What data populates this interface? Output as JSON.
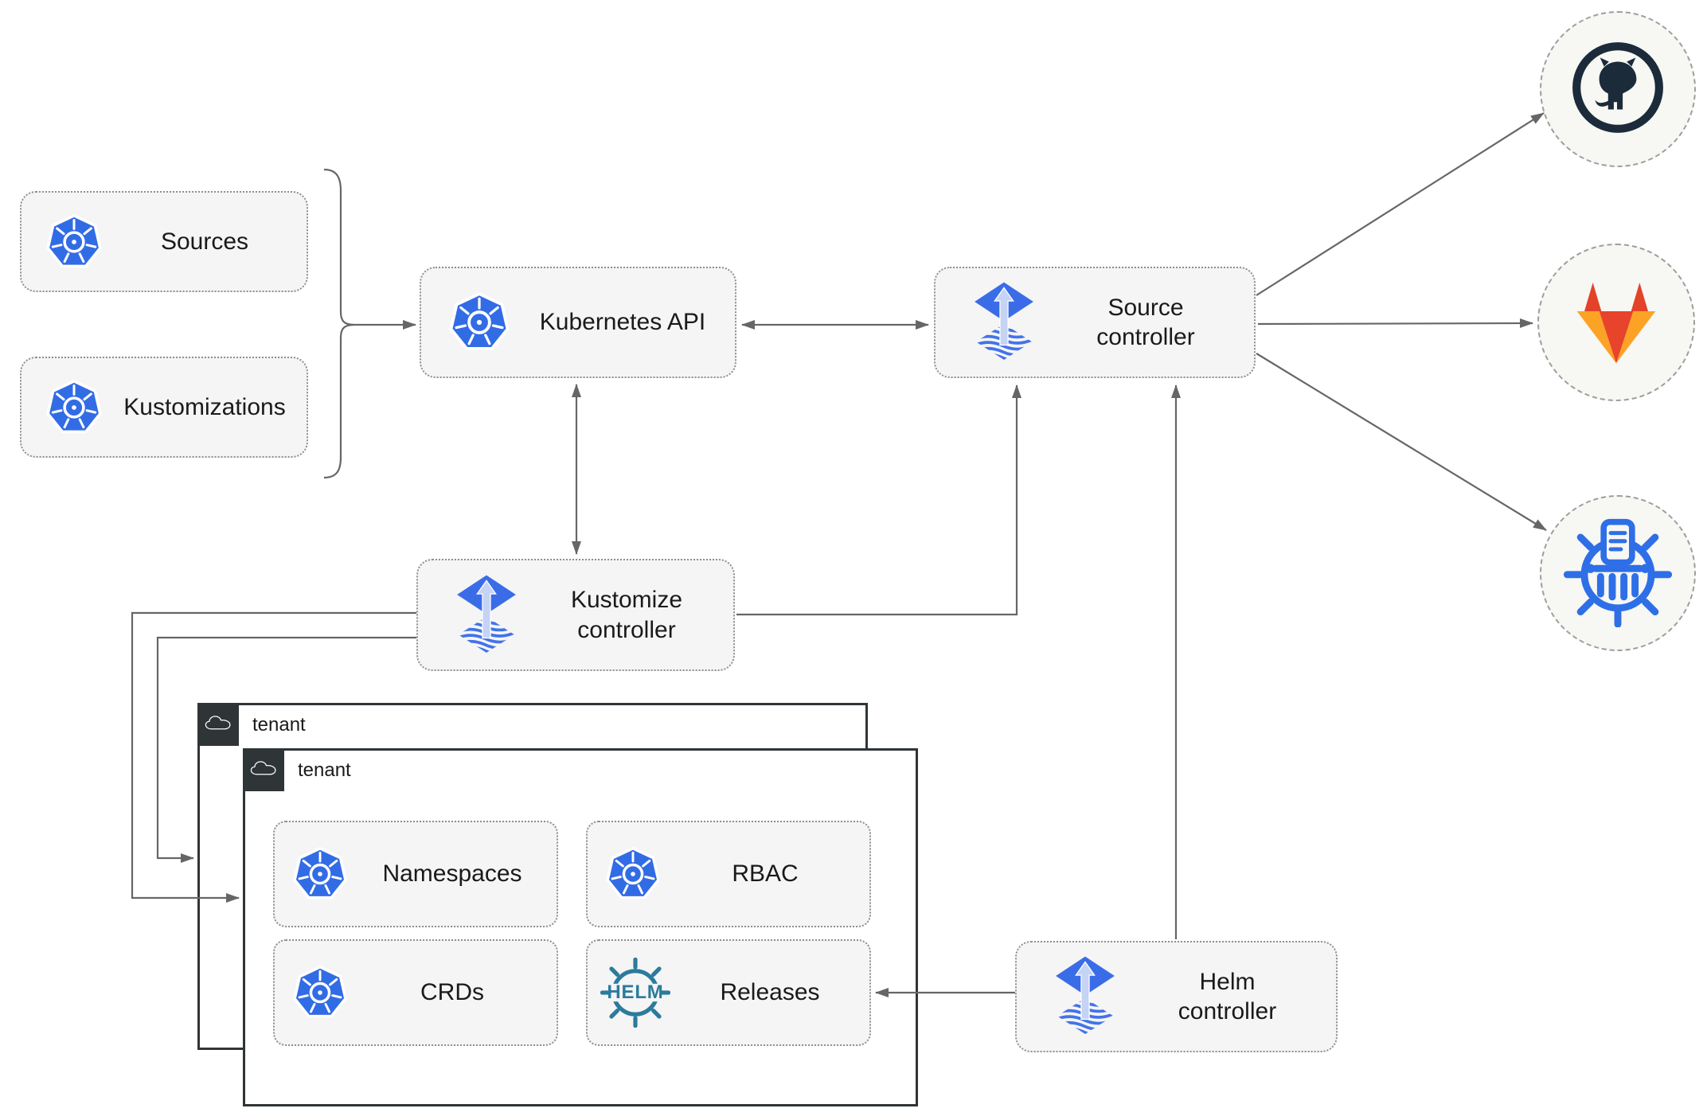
{
  "nodes": {
    "sources": {
      "label": "Sources",
      "icon": "kubernetes-icon"
    },
    "kustomizations": {
      "label": "Kustomizations",
      "icon": "kubernetes-icon"
    },
    "kubernetes_api": {
      "label": "Kubernetes API",
      "icon": "kubernetes-icon"
    },
    "source_controller": {
      "label": "Source controller",
      "icon": "flux-icon"
    },
    "kustomize_controller": {
      "label": "Kustomize controller",
      "icon": "flux-icon"
    },
    "helm_controller": {
      "label": "Helm controller",
      "icon": "flux-icon"
    },
    "tenant_outer": {
      "label": "tenant",
      "icon": "cloud-icon"
    },
    "tenant_inner": {
      "label": "tenant",
      "icon": "cloud-icon"
    },
    "namespaces": {
      "label": "Namespaces",
      "icon": "kubernetes-icon"
    },
    "rbac": {
      "label": "RBAC",
      "icon": "kubernetes-icon"
    },
    "crds": {
      "label": "CRDs",
      "icon": "kubernetes-icon"
    },
    "releases": {
      "label": "Releases",
      "icon": "helm-logo-icon",
      "logo_text": "HELM"
    },
    "github": {
      "icon": "github-icon"
    },
    "gitlab": {
      "icon": "gitlab-icon"
    },
    "chartmuseum": {
      "icon": "chartmuseum-icon"
    }
  },
  "edges": [
    {
      "from": "sources_and_kustomizations",
      "to": "kubernetes_api",
      "arrow": "end"
    },
    {
      "from": "kubernetes_api",
      "to": "source_controller",
      "arrow": "both"
    },
    {
      "from": "kubernetes_api",
      "to": "kustomize_controller",
      "arrow": "both"
    },
    {
      "from": "kustomize_controller",
      "to": "source_controller",
      "arrow": "end"
    },
    {
      "from": "helm_controller",
      "to": "source_controller",
      "arrow": "end"
    },
    {
      "from": "helm_controller",
      "to": "releases",
      "arrow": "end"
    },
    {
      "from": "kustomize_controller",
      "to": "tenant_outer",
      "arrow": "end"
    },
    {
      "from": "kustomize_controller",
      "to": "tenant_inner",
      "arrow": "end"
    },
    {
      "from": "source_controller",
      "to": "github",
      "arrow": "end"
    },
    {
      "from": "source_controller",
      "to": "gitlab",
      "arrow": "end"
    },
    {
      "from": "source_controller",
      "to": "chartmuseum",
      "arrow": "end"
    }
  ],
  "colors": {
    "kubernetes_blue": "#326CE5",
    "flux_blue": "#3B6CE8",
    "flux_arrow_light": "#C5D3F4",
    "helm_teal": "#2B7B9C",
    "chartmuseum_blue": "#2E6FE8",
    "github_dark": "#1B2B3A",
    "gitlab_red_orange": "#E24329",
    "gitlab_orange": "#E8432B",
    "gitlab_amber": "#FCA326",
    "connector_gray": "#666666",
    "tenant_dark": "#2F3437",
    "node_fill": "#F5F5F5"
  }
}
